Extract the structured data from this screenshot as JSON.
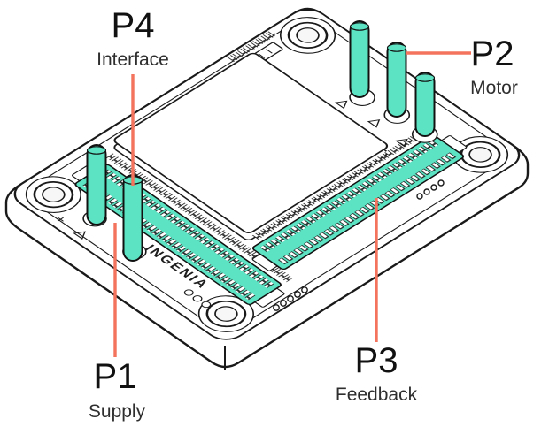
{
  "colors": {
    "highlight": "#5CE3C3",
    "leader": "#F3735C"
  },
  "board": {
    "brand": "INGENIA",
    "plus_mark": "+"
  },
  "labels": {
    "p1": {
      "id": "P1",
      "name": "Supply"
    },
    "p2": {
      "id": "P2",
      "name": "Motor"
    },
    "p3": {
      "id": "P3",
      "name": "Feedback"
    },
    "p4": {
      "id": "P4",
      "name": "Interface"
    }
  }
}
